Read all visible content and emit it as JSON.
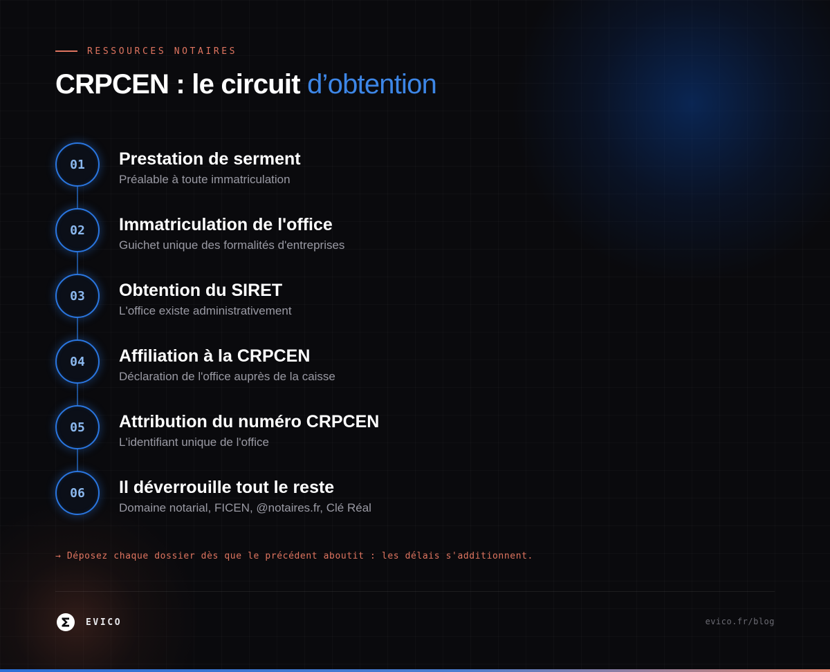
{
  "header": {
    "eyebrow": "RESSOURCES NOTAIRES",
    "title_main": "CRPCEN : le circuit ",
    "title_accent": "d’obtention"
  },
  "steps": [
    {
      "number": "01",
      "title": "Prestation de serment",
      "description": "Préalable à toute immatriculation"
    },
    {
      "number": "02",
      "title": "Immatriculation de l'office",
      "description": "Guichet unique des formalités d'entreprises"
    },
    {
      "number": "03",
      "title": "Obtention du SIRET",
      "description": "L'office existe administrativement"
    },
    {
      "number": "04",
      "title": "Affiliation à la CRPCEN",
      "description": "Déclaration de l'office auprès de la caisse"
    },
    {
      "number": "05",
      "title": "Attribution du numéro CRPCEN",
      "description": "L'identifiant unique de l'office"
    },
    {
      "number": "06",
      "title": "Il déverrouille tout le reste",
      "description": "Domaine notarial, FICEN, @notaires.fr, Clé Réal"
    }
  ],
  "tip": "→ Déposez chaque dossier dès que le précédent aboutit : les délais s'additionnent.",
  "footer": {
    "brand": "EVICO",
    "url": "evico.fr/blog"
  },
  "colors": {
    "accent_blue": "#3d86e6",
    "accent_orange": "#e07560",
    "background": "#0a0a0d"
  },
  "icons": {
    "brand_logo": "evico-logo-icon"
  }
}
